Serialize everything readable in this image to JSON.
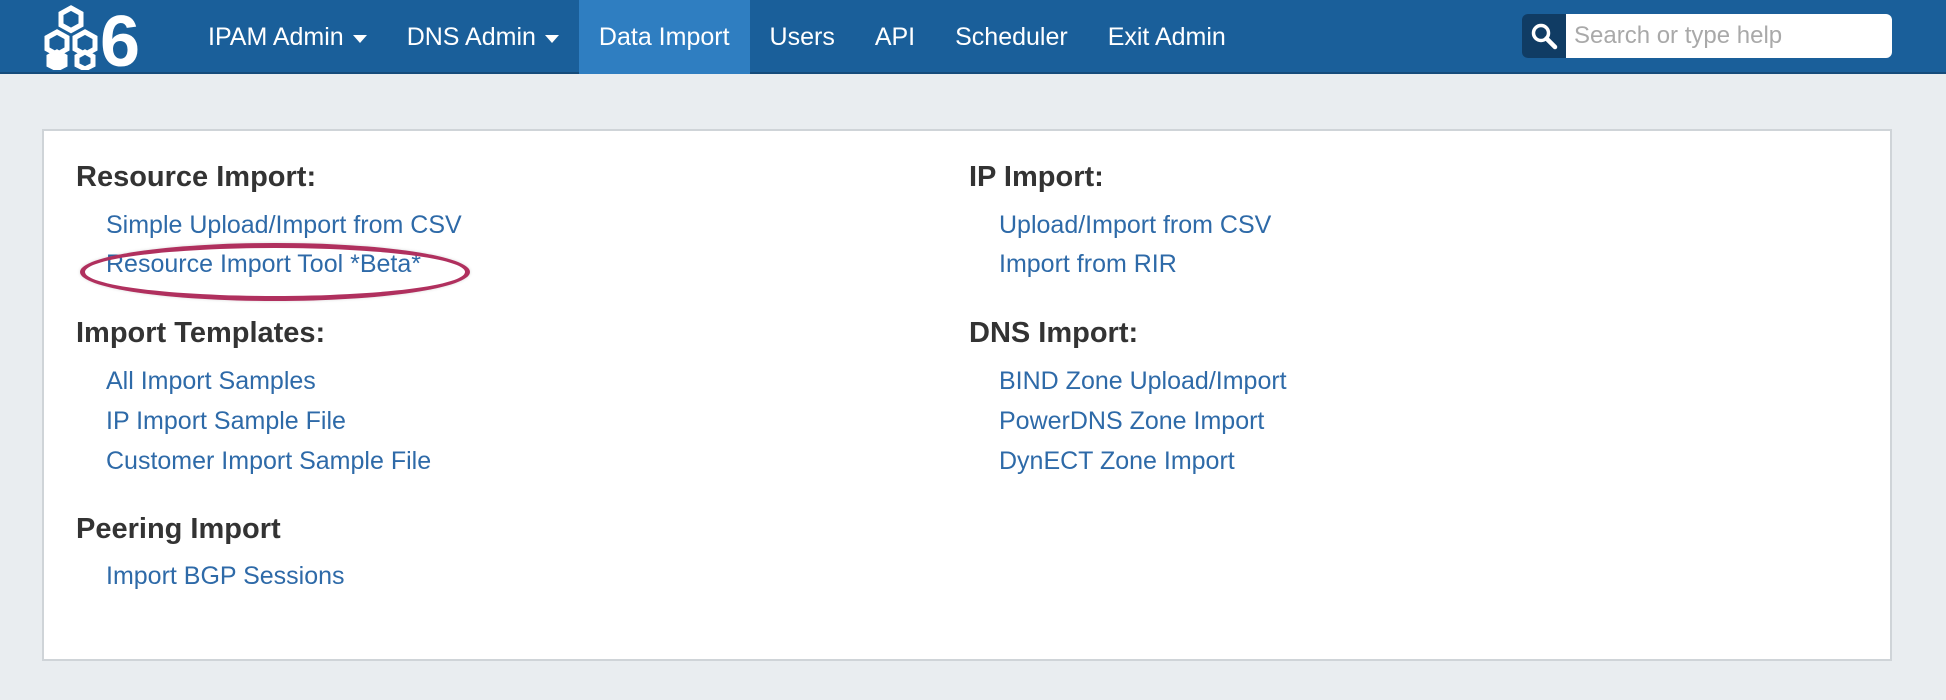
{
  "nav": {
    "items": [
      {
        "label": "IPAM Admin",
        "dropdown": true,
        "active": false
      },
      {
        "label": "DNS Admin",
        "dropdown": true,
        "active": false
      },
      {
        "label": "Data Import",
        "dropdown": false,
        "active": true
      },
      {
        "label": "Users",
        "dropdown": false,
        "active": false
      },
      {
        "label": "API",
        "dropdown": false,
        "active": false
      },
      {
        "label": "Scheduler",
        "dropdown": false,
        "active": false
      },
      {
        "label": "Exit Admin",
        "dropdown": false,
        "active": false
      }
    ],
    "search_placeholder": "Search or type help"
  },
  "logo": {
    "icon": "six-logo-icon",
    "text": "6"
  },
  "sections": {
    "resource_import": {
      "title": "Resource Import:",
      "links": [
        "Simple Upload/Import from CSV",
        "Resource Import Tool *Beta*"
      ]
    },
    "import_templates": {
      "title": "Import Templates:",
      "links": [
        "All Import Samples",
        "IP Import Sample File",
        "Customer Import Sample File"
      ]
    },
    "peering_import": {
      "title": "Peering Import",
      "links": [
        "Import BGP Sessions"
      ]
    },
    "ip_import": {
      "title": "IP Import:",
      "links": [
        "Upload/Import from CSV",
        "Import from RIR"
      ]
    },
    "dns_import": {
      "title": "DNS Import:",
      "links": [
        "BIND Zone Upload/Import",
        "PowerDNS Zone Import",
        "DynECT Zone Import"
      ]
    }
  },
  "colors": {
    "navbar": "#1a5f9a",
    "nav_active": "#2f7ec1",
    "link": "#2e6aa8",
    "highlight": "#b0305e"
  }
}
